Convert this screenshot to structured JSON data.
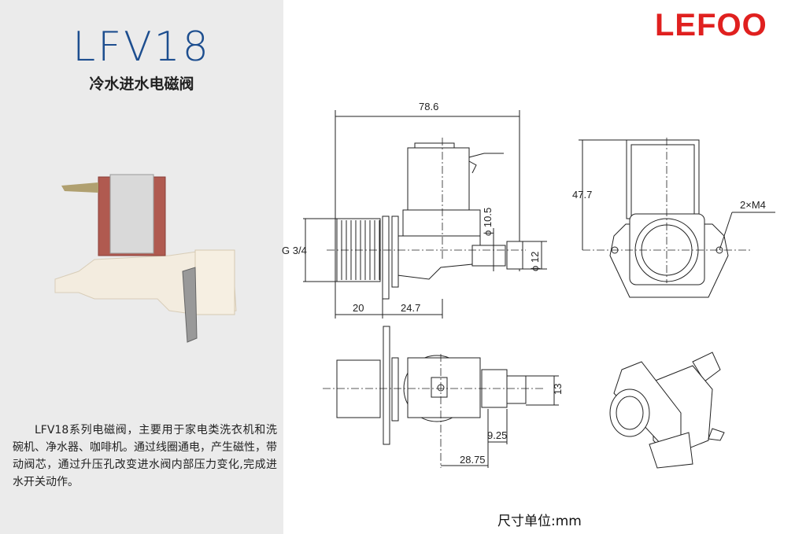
{
  "product": {
    "model": "LFV18",
    "subtitle": "冷水进水电磁阀",
    "description": "LFV18系列电磁阀，主要用于家电类洗衣机和洗碗机、净水器、咖啡机。通过线圈通电，产生磁性，带动阀芯，通过升压孔改变进水阀内部压力变化,完成进水开关动作。"
  },
  "brand": {
    "logo": "LEFOO",
    "color": "#e0201f"
  },
  "colors": {
    "title": "#1d4e8f",
    "panel": "#ebebeb"
  },
  "dimensions": {
    "overall_length": "78.6",
    "thread": "G 3/4",
    "coil_dia": "ϕ 10.5",
    "outlet_dia": "ϕ 12",
    "thread_length": "20",
    "body_offset": "24.7",
    "height": "47.7",
    "mount_holes": "2×M4",
    "terminal_spacing": "13",
    "terminal_offset": "9.25",
    "center_to_terminal": "28.75"
  },
  "footer": {
    "unit_note": "尺寸单位:mm"
  }
}
